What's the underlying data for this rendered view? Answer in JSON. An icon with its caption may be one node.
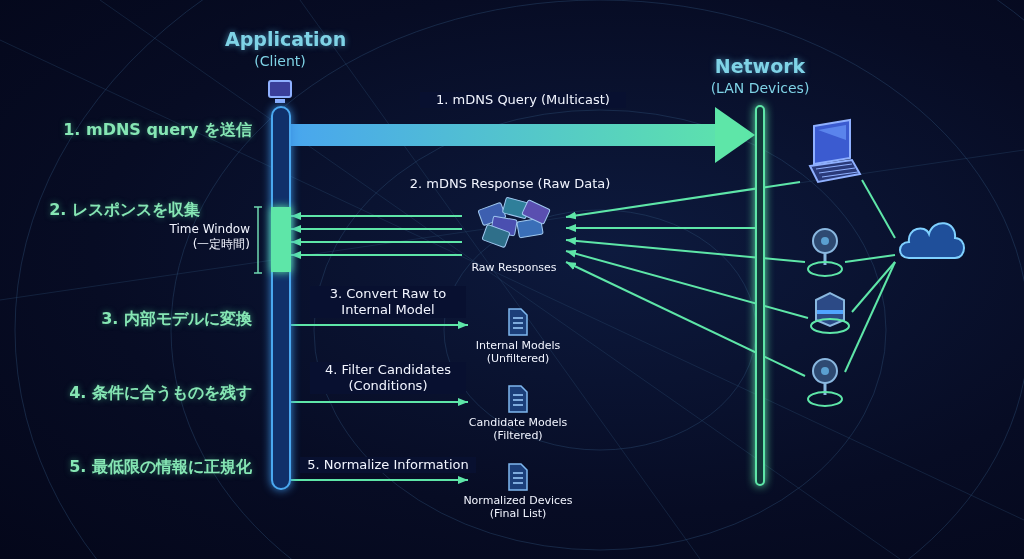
{
  "diagram": {
    "nodes": [
      {
        "text": [
          "Application",
          "(Client)"
        ]
      },
      {
        "text": [
          "Network",
          "(LAN Devices)"
        ]
      },
      {
        "text": [],
        "shape": "picture"
      },
      {
        "text": [],
        "shape": "picture"
      },
      {
        "text": [],
        "shape": "picture"
      },
      {
        "text": [],
        "shape": "picture"
      },
      {
        "text": [],
        "shape": "cloud"
      },
      {
        "text": [
          "Raw Responses"
        ]
      },
      {
        "text": [
          "Internal Models (Unfiltered)"
        ]
      },
      {
        "text": [
          "Candidate Models (Filtered)"
        ]
      },
      {
        "text": [
          "Normalized Devices (Final List)"
        ]
      }
    ],
    "edges": [
      {
        "from": 0,
        "to": 1,
        "arrow": "to",
        "label": "1. mDNS Query (Multicast)",
        "style": "thick",
        "color": "#49a6ee"
      },
      {
        "from": 2,
        "to": 7,
        "arrow": "to"
      },
      {
        "from": 1,
        "to": 7,
        "arrow": "to"
      },
      {
        "from": 3,
        "to": 7,
        "arrow": "to"
      },
      {
        "from": 4,
        "to": 7,
        "arrow": "to"
      },
      {
        "from": 5,
        "to": 7,
        "arrow": "to"
      },
      {
        "from": 7,
        "to": 0,
        "arrow": "to"
      },
      {
        "from": 7,
        "to": 0,
        "arrow": "to"
      },
      {
        "from": 7,
        "to": 0,
        "arrow": "to"
      },
      {
        "from": 7,
        "to": 0,
        "arrow": "to"
      },
      {
        "from": 2,
        "to": 6,
        "arrow": "none"
      },
      {
        "from": 3,
        "to": 6,
        "arrow": "none"
      },
      {
        "from": 4,
        "to": 6,
        "arrow": "none"
      },
      {
        "from": 5,
        "to": 6,
        "arrow": "none"
      },
      {
        "from": 0,
        "to": 8,
        "arrow": "to",
        "label": "3. Convert Raw to Internal Model"
      },
      {
        "from": 0,
        "to": 9,
        "arrow": "to",
        "label": "4. Filter Candidates (Conditions)"
      },
      {
        "from": 0,
        "to": 10,
        "arrow": "to",
        "label": "5. Normalize Information"
      }
    ],
    "labels": [
      "1. mDNS query を送信",
      "2. mDNS Response (Raw Data)",
      "2. レスポンスを収集",
      "Time Window (一定時間)",
      "3. 内部モデルに変換",
      "4. 条件に合うものを残す",
      "5. 最低限の情報に正規化"
    ]
  }
}
